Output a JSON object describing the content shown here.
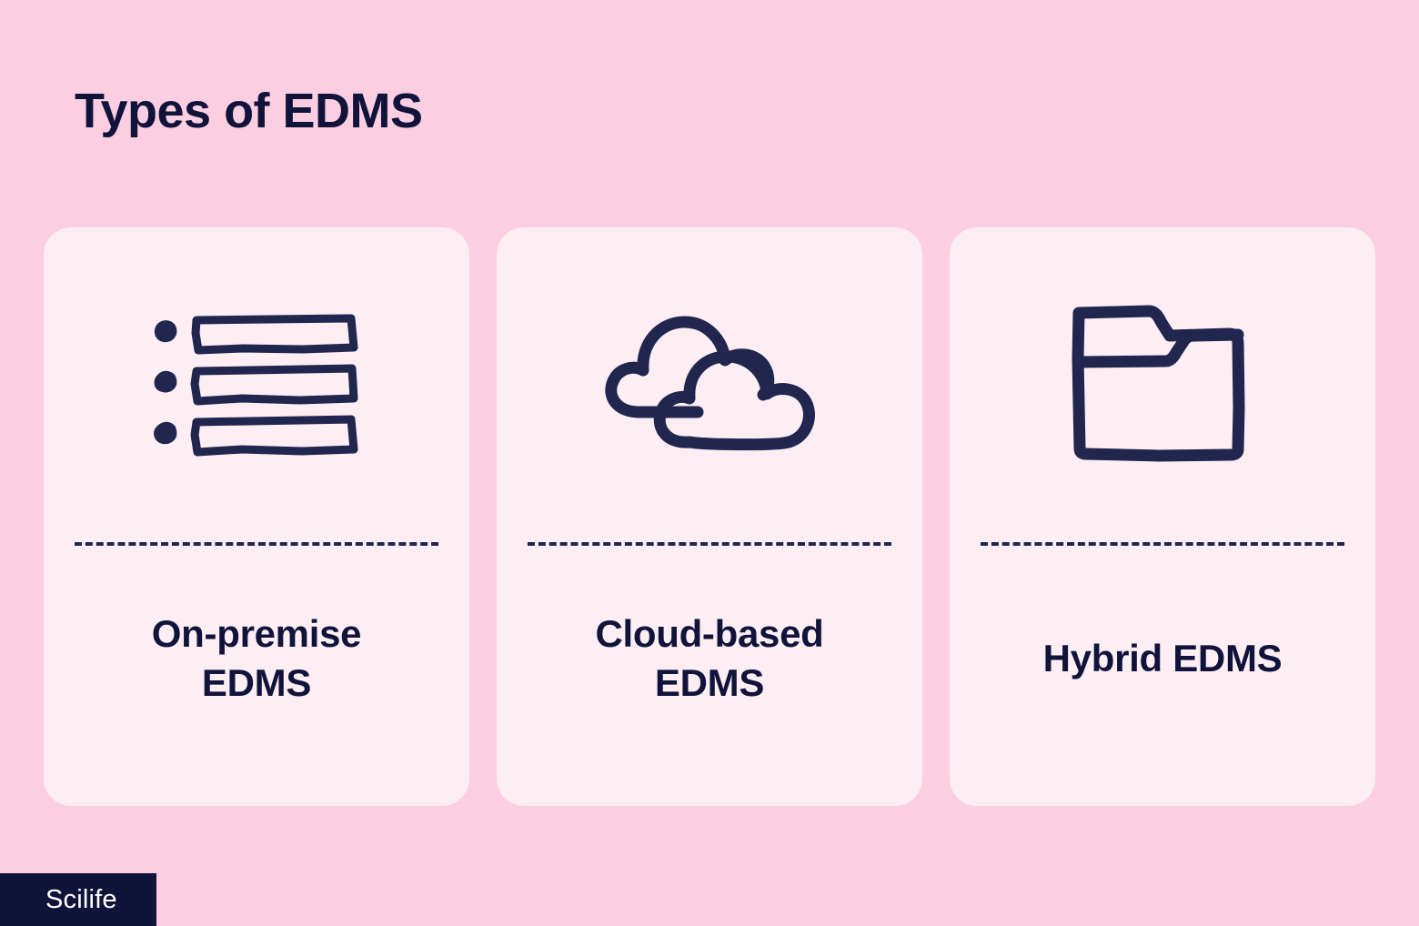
{
  "page": {
    "title": "Types of EDMS",
    "background_color": "#fbcfe1",
    "card_color": "#fdeef4",
    "ink_color": "#11143a"
  },
  "cards": [
    {
      "icon": "bulleted-list-icon",
      "label_line1": "On-premise",
      "label_line2": "EDMS"
    },
    {
      "icon": "clouds-icon",
      "label_line1": "Cloud-based",
      "label_line2": "EDMS"
    },
    {
      "icon": "folder-icon",
      "label_line1": "Hybrid EDMS",
      "label_line2": ""
    }
  ],
  "footer": {
    "logo_text": "Scilife"
  }
}
